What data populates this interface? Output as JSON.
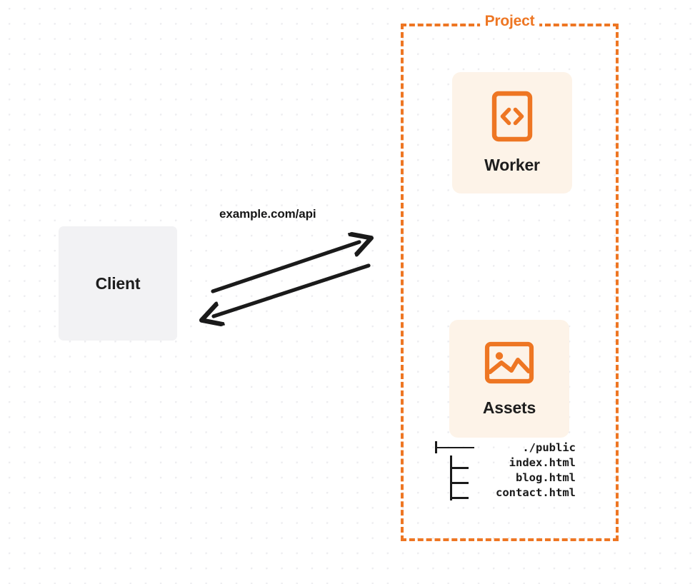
{
  "diagram": {
    "title": "Project",
    "background": {
      "grid": "dot-grid",
      "grid_color": "#ededf0",
      "page_color": "#ffffff"
    },
    "colors": {
      "accent_orange": "#EE7623",
      "service_box_bg": "#FDF3E8",
      "client_box_bg": "#F2F2F4",
      "text_dark": "#1d1d1d",
      "arrow": "#1a1a1a"
    },
    "client": {
      "label": "Client",
      "icon": "none"
    },
    "connection": {
      "label": "example.com/api",
      "request_direction": "client-to-project",
      "response_direction": "project-to-client",
      "arrow_count": 2
    },
    "project": {
      "label": "Project",
      "border_style": "dashed",
      "services": [
        {
          "label": "Worker",
          "icon": "code-brackets-icon"
        },
        {
          "label": "Assets",
          "icon": "image-icon"
        }
      ],
      "file_tree": {
        "root": "./public",
        "root_branch": "├───",
        "children": [
          {
            "name": "index.html",
            "branch": "│__"
          },
          {
            "name": "blog.html",
            "branch": "│__"
          },
          {
            "name": "contact.html",
            "branch": "│__"
          }
        ]
      }
    }
  }
}
